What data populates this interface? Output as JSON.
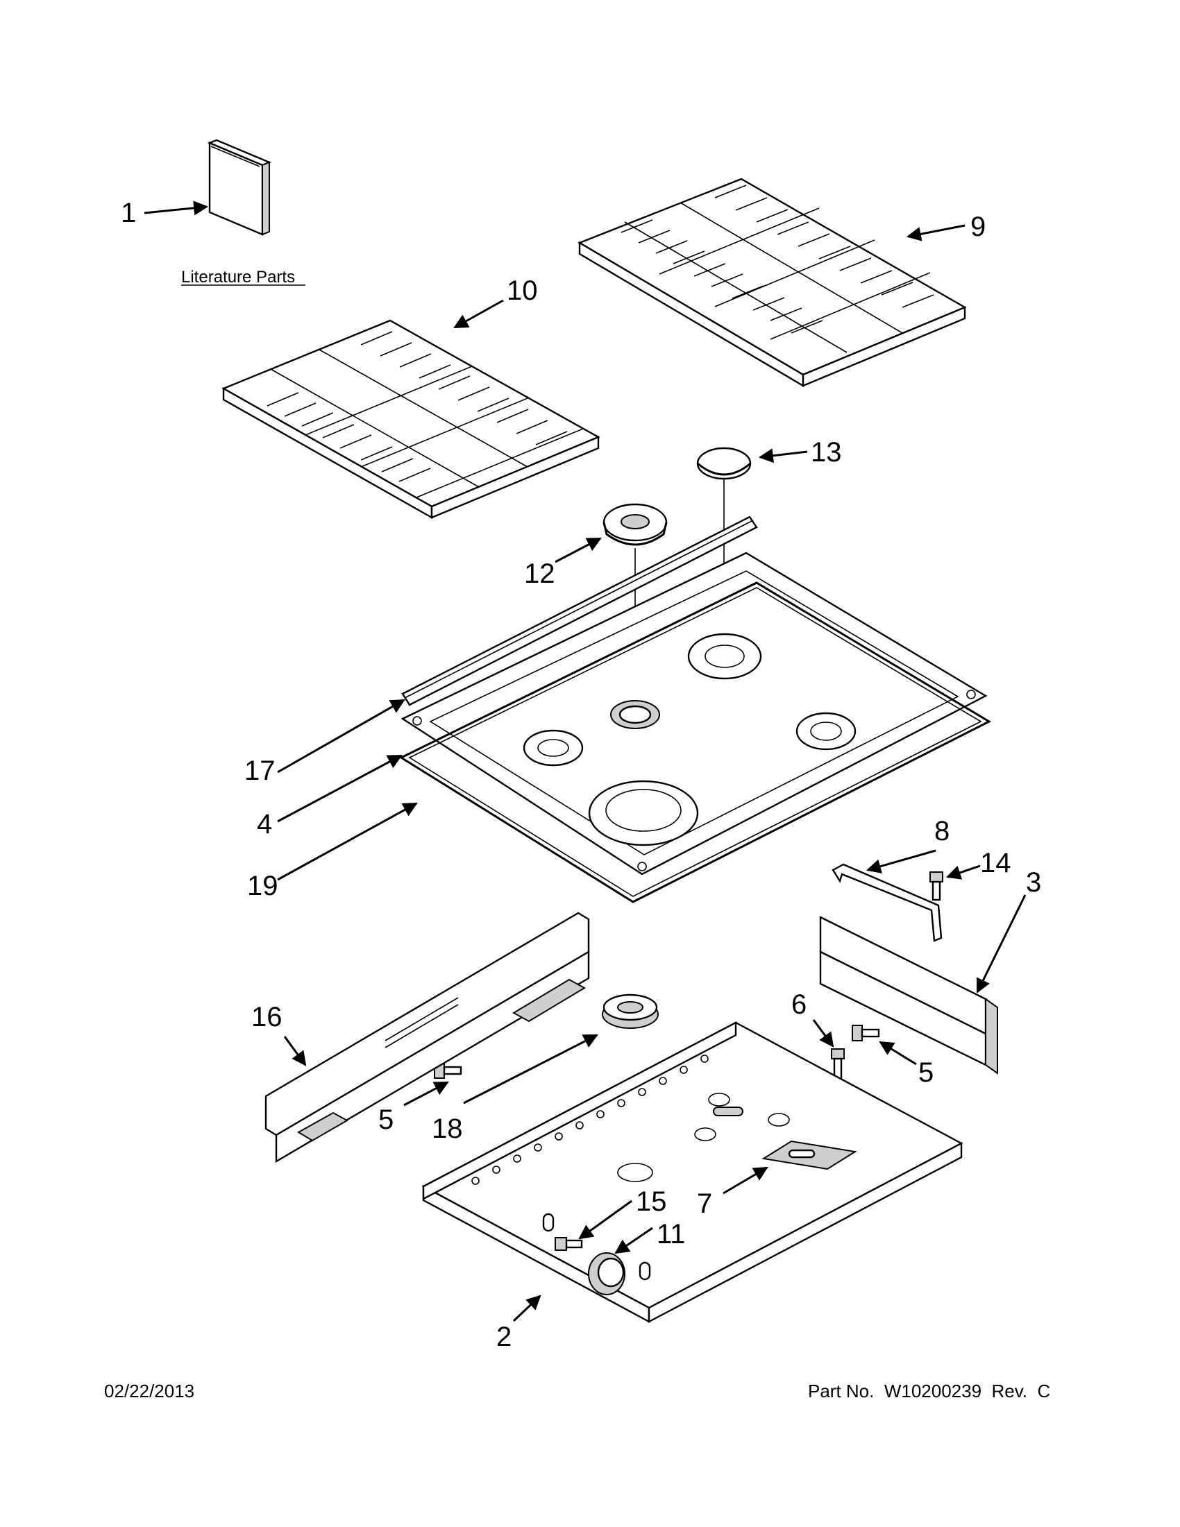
{
  "literature_label": "Literature Parts",
  "callouts": {
    "c1": "1",
    "c2": "2",
    "c3": "3",
    "c4": "4",
    "c5a": "5",
    "c5b": "5",
    "c6": "6",
    "c7": "7",
    "c8": "8",
    "c9": "9",
    "c10": "10",
    "c11": "11",
    "c12": "12",
    "c13": "13",
    "c14": "14",
    "c15": "15",
    "c16": "16",
    "c17": "17",
    "c18": "18",
    "c19": "19"
  },
  "footer": {
    "date": "02/22/2013",
    "part_number": "Part No.  W10200239  Rev.  C"
  }
}
